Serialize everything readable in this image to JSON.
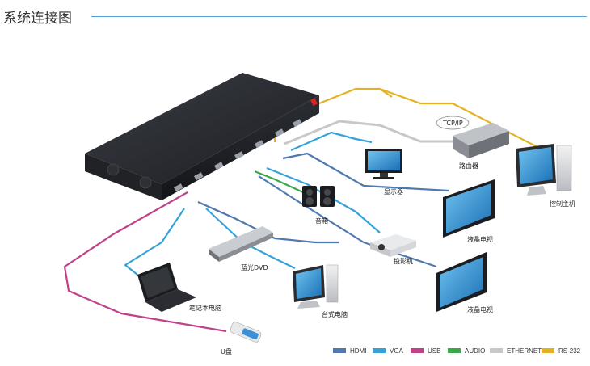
{
  "header": {
    "title": "系统连接图"
  },
  "devices": {
    "router": "路由器",
    "router_badge": "TCP/IP",
    "control_host": "控制主机",
    "monitor": "显示器",
    "speaker": "音箱",
    "lcd_tv_1": "液晶电视",
    "projector": "投影机",
    "lcd_tv_2": "液晶电视",
    "bluray": "蓝光DVD",
    "laptop": "笔记本电脑",
    "desktop": "台式电脑",
    "usb_disk": "U盘"
  },
  "legend": [
    {
      "label": "HDMI",
      "color": "#4f79b0"
    },
    {
      "label": "VGA",
      "color": "#35a3d8"
    },
    {
      "label": "USB",
      "color": "#c0418a"
    },
    {
      "label": "AUDIO",
      "color": "#3aa84a"
    },
    {
      "label": "ETHERNET",
      "color": "#c8c8c8"
    },
    {
      "label": "RS-232",
      "color": "#e3b324"
    }
  ],
  "colors": {
    "hdmi": "#4f79b0",
    "vga": "#35a3d8",
    "usb": "#c0418a",
    "audio": "#3aa84a",
    "ethernet": "#c8c8c8",
    "rs232": "#e3b324",
    "title_rule": "#5aa0d8"
  }
}
